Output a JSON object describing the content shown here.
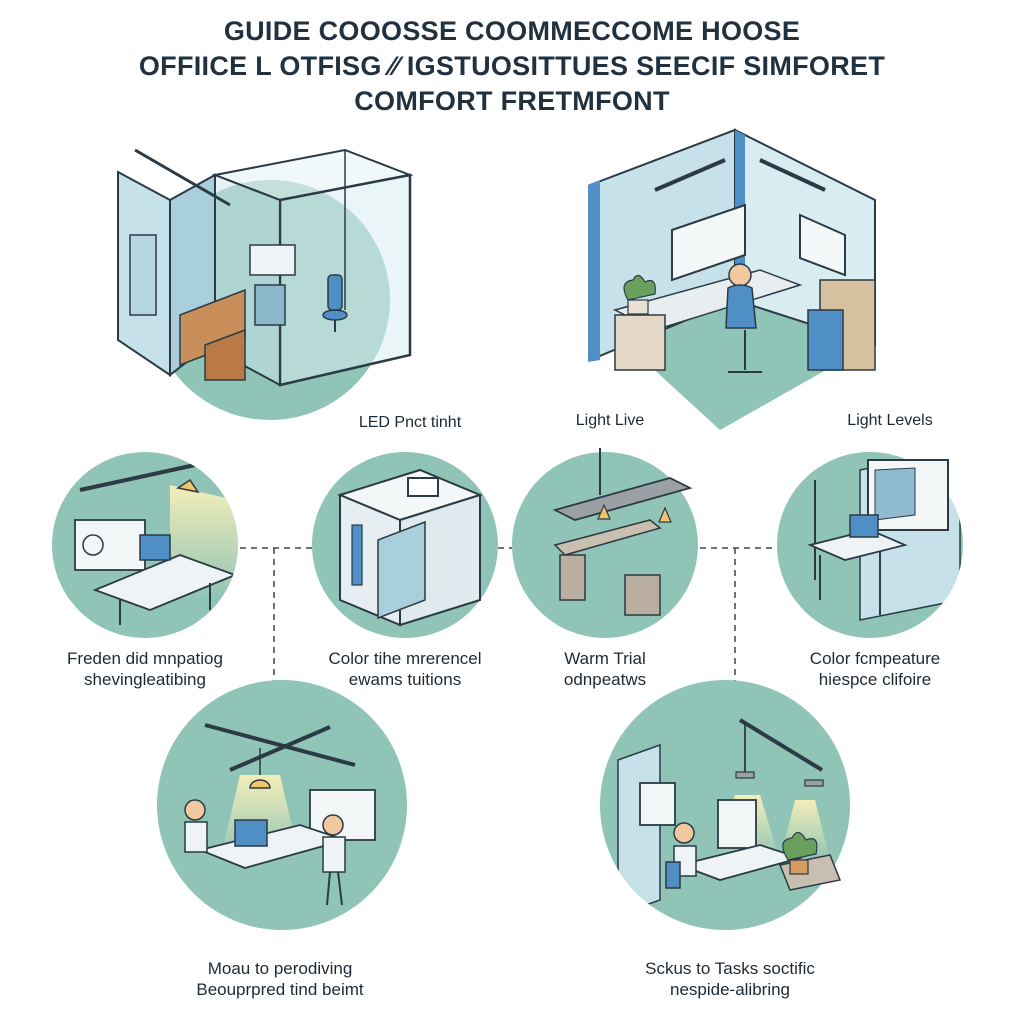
{
  "title_lines": [
    "GUIDE COOOSSE COOMMECCOME HOOSE",
    "OFFIICE L OTFISG ⁄⁄ IGSTUOSITTUES SEECIF SIMFORET",
    "COMFORT FRETMFONT"
  ],
  "captions": {
    "led_panel": "LED Pnct tinht",
    "light_live": "Light Live",
    "light_levels": "Light Levels",
    "freden": [
      "Freden did mnpatiog",
      "shevingleatibing"
    ],
    "color_tihe": [
      "Color tihe mrerencel",
      "ewams tuitions"
    ],
    "warm_trial": [
      "Warm Trial",
      "odnpeatws"
    ],
    "color_temp": [
      "Color fcmpeature",
      "hiespce clifoire"
    ],
    "moau": [
      "Moau to perodiving",
      "Beouprpred tind beimt"
    ],
    "sckus": [
      "Sckus to Tasks soctific",
      "nespide-alibring"
    ]
  },
  "palette": {
    "mint": "#8fc4b6",
    "mint_dark": "#6aa899",
    "wall": "#c7e1ea",
    "wall_dark": "#8cb8cc",
    "blue_trim": "#4f8fc6",
    "wood": "#c98f5a",
    "line": "#2b3a45",
    "lamp": "#f1c36a"
  }
}
